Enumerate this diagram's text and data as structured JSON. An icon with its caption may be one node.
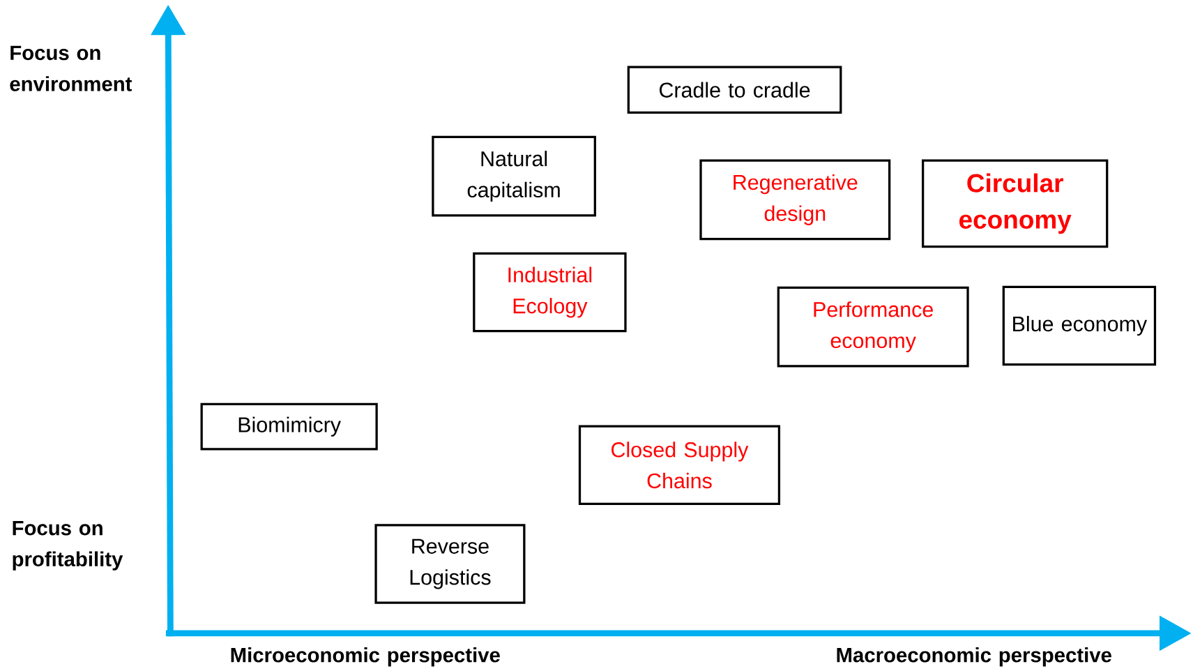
{
  "diagram": {
    "nodes": [
      {
        "text": [
          "Cradle to cradle"
        ]
      },
      {
        "text": [
          "Natural capitalism"
        ]
      },
      {
        "text": [
          "Regenerative design"
        ]
      },
      {
        "text": [
          "Circular economy"
        ]
      },
      {
        "text": [
          "Industrial Ecology"
        ]
      },
      {
        "text": [
          "Performance economy"
        ]
      },
      {
        "text": [
          "Blue economy"
        ]
      },
      {
        "text": [
          "Biomimicry"
        ]
      },
      {
        "text": [
          "Closed Supply Chains"
        ]
      },
      {
        "text": [
          "Reverse Logistics"
        ]
      }
    ],
    "labels": [
      "Focus on environment",
      "Focus on profitability",
      "Microeconomic perspective",
      "Macroeconomic perspective"
    ]
  }
}
